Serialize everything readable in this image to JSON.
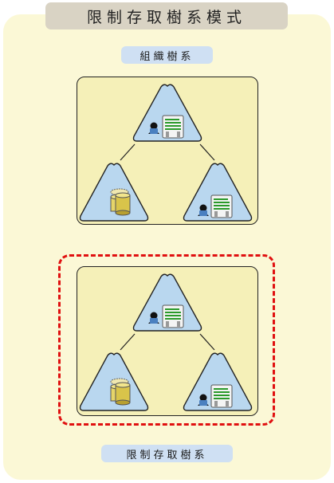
{
  "title": "限制存取樹系模式",
  "top_label": "組織樹系",
  "bottom_label": "限制存取樹系",
  "colors": {
    "panel": "#fbf8d6",
    "title_tab": "#d9d3c4",
    "label_pill": "#cfe0f3",
    "tree_box": "#f5f0b8",
    "triangle": "#b9d7ef",
    "dashed_border": "#e01010"
  },
  "icons": [
    "user-icon",
    "document-icon",
    "database-icon"
  ]
}
